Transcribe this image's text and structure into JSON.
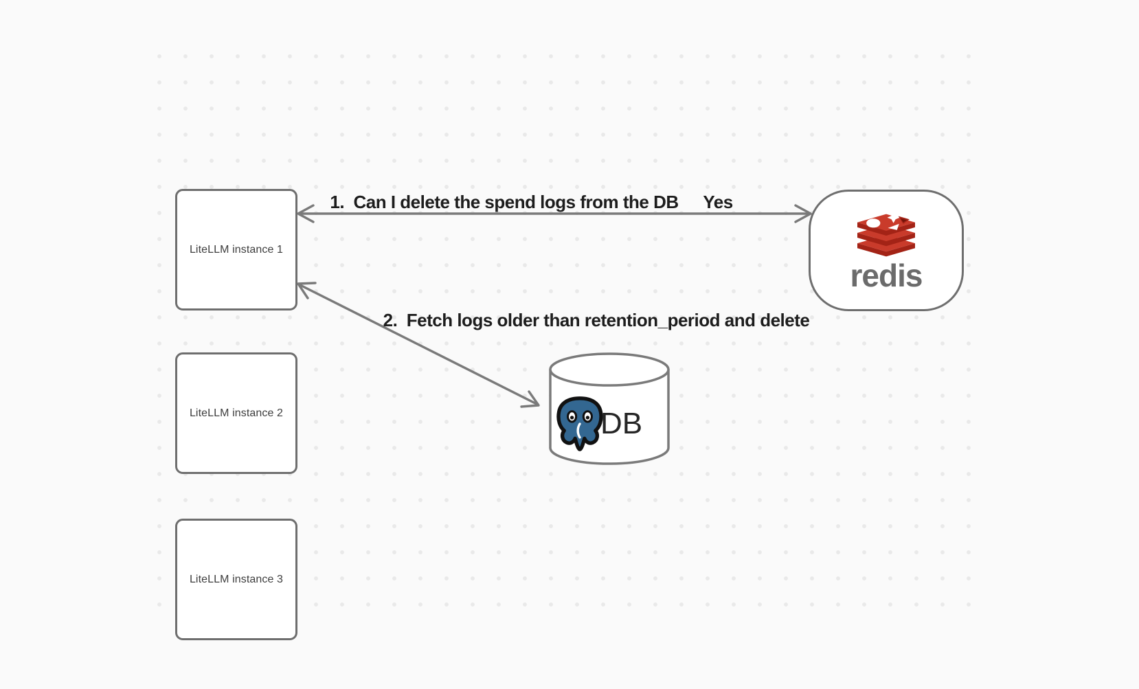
{
  "colors": {
    "background": "#fafafa",
    "grid_dot": "#e9e9e9",
    "shape_border": "#6e6e6e",
    "arrow": "#7a7a7a",
    "label_text": "#1d1d1d",
    "redis_red": "#c93b2b",
    "redis_red_dark": "#a32316",
    "postgres_blue": "#336791"
  },
  "nodes": {
    "litellm_instances": [
      {
        "label": "LiteLLM instance 1"
      },
      {
        "label": "LiteLLM instance 2"
      },
      {
        "label": "LiteLLM instance 3"
      }
    ],
    "redis": {
      "wordmark": "redis"
    },
    "database": {
      "label": "DB"
    }
  },
  "edges": {
    "redis_question": {
      "label": "1.  Can I delete the spend logs from the DB",
      "response": "Yes"
    },
    "db_fetch": {
      "label": "2.  Fetch logs older than retention_period and delete"
    }
  }
}
